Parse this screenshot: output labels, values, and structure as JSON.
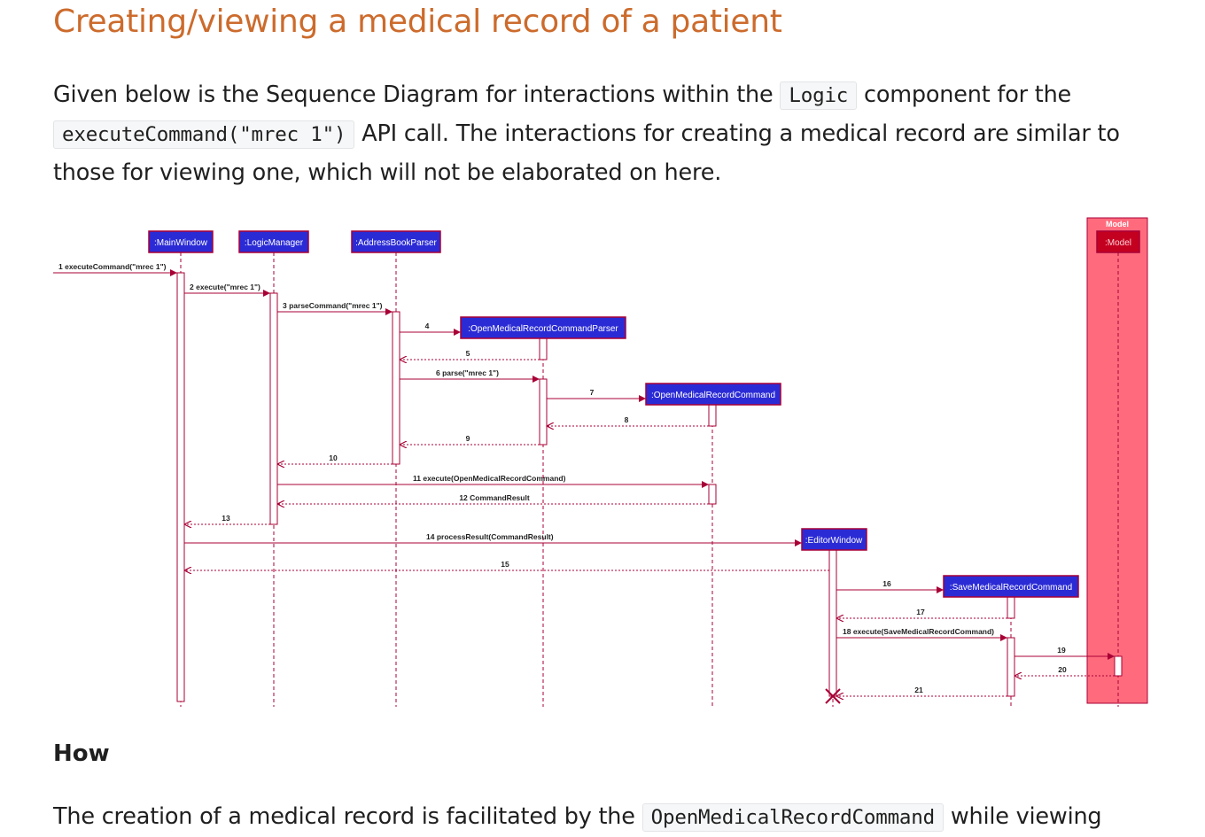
{
  "heading": "Creating/viewing a medical record of a patient",
  "intro": {
    "t1": "Given below is the Sequence Diagram for interactions within the ",
    "c1": "Logic",
    "t2": " component for the ",
    "c2": "executeCommand(\"mrec 1\")",
    "t3": " API call. The interactions for creating a medical record are similar to those for viewing one, which will not be elaborated on here."
  },
  "diagram": {
    "participants": {
      "main_window": ":MainWindow",
      "logic_manager": ":LogicManager",
      "address_book_parser": ":AddressBookParser",
      "omr_parser": ":OpenMedicalRecordCommandParser",
      "omr_command": ":OpenMedicalRecordCommand",
      "editor_window": ":EditorWindow",
      "smr_command": ":SaveMedicalRecordCommand",
      "model": ":Model"
    },
    "model_box_title": "Model",
    "messages": {
      "m1": "1 executeCommand(\"mrec 1\")",
      "m2": "2 execute(\"mrec 1\")",
      "m3": "3 parseCommand(\"mrec 1\")",
      "m4": "4",
      "m5": "5",
      "m6": "6 parse(\"mrec 1\")",
      "m7": "7",
      "m8": "8",
      "m9": "9",
      "m10": "10",
      "m11": "11 execute(OpenMedicalRecordCommand)",
      "m12": "12 CommandResult",
      "m13": "13",
      "m14": "14 processResult(CommandResult)",
      "m15": "15",
      "m16": "16",
      "m17": "17",
      "m18": "18 execute(SaveMedicalRecordCommand)",
      "m19": "19",
      "m20": "20",
      "m21": "21"
    },
    "colors": {
      "participant_fill": "#2b2bd6",
      "border": "#a80036",
      "model_group": "#ff6b7d",
      "model_participant": "#c40020"
    }
  },
  "how_heading": "How",
  "outro": {
    "t1": "The creation of a medical record is facilitated by the ",
    "c1": "OpenMedicalRecordCommand",
    "t2": " while viewing"
  }
}
